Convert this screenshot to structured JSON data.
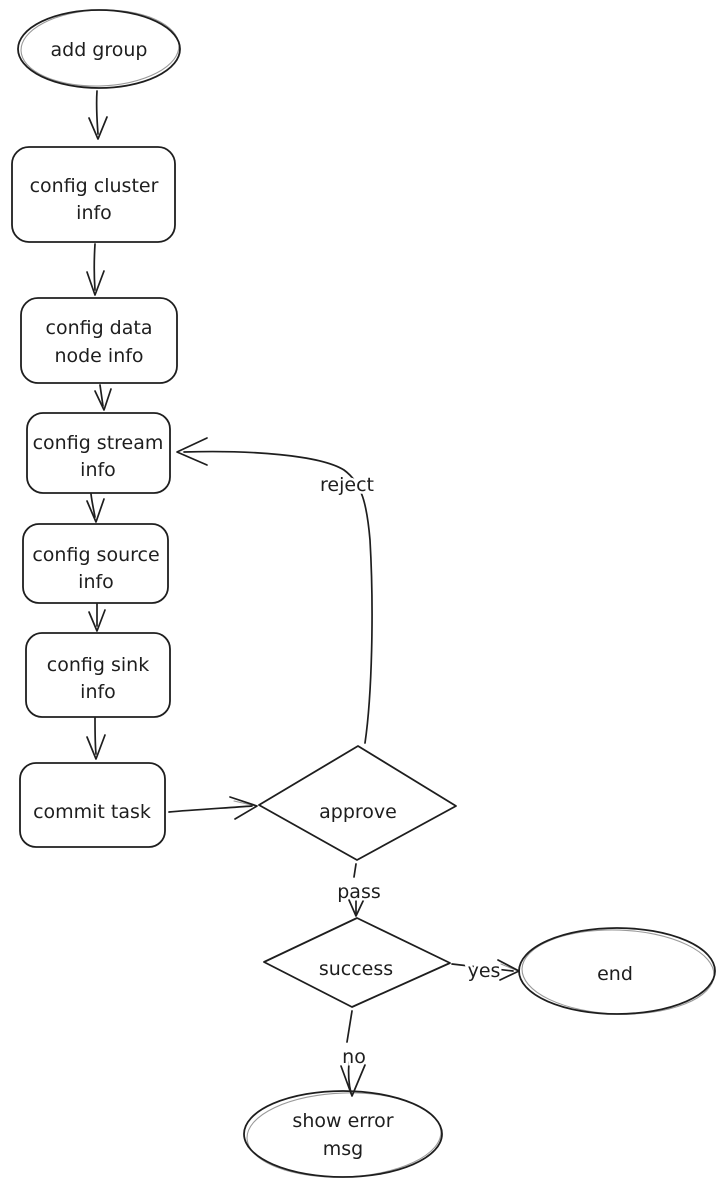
{
  "diagram": {
    "type": "flowchart",
    "style": "hand-drawn",
    "colors": {
      "background": "#ffffff",
      "stroke": "#1e1e1e",
      "text": "#1e1e1e"
    },
    "nodes": {
      "add_group": {
        "shape": "ellipse",
        "lines": [
          "add group"
        ]
      },
      "config_cluster_info": {
        "shape": "rounded-rectangle",
        "lines": [
          "config cluster",
          "info"
        ]
      },
      "config_data_node_info": {
        "shape": "rounded-rectangle",
        "lines": [
          "config data",
          "node info"
        ]
      },
      "config_stream_info": {
        "shape": "rounded-rectangle",
        "lines": [
          "config stream",
          "info"
        ]
      },
      "config_source_info": {
        "shape": "rounded-rectangle",
        "lines": [
          "config source",
          "info"
        ]
      },
      "config_sink_info": {
        "shape": "rounded-rectangle",
        "lines": [
          "config sink",
          "info"
        ]
      },
      "commit_task": {
        "shape": "rounded-rectangle",
        "lines": [
          "commit task"
        ]
      },
      "approve": {
        "shape": "diamond",
        "lines": [
          "approve"
        ]
      },
      "success": {
        "shape": "diamond",
        "lines": [
          "success"
        ]
      },
      "end": {
        "shape": "ellipse",
        "lines": [
          "end"
        ]
      },
      "show_error_msg": {
        "shape": "ellipse",
        "lines": [
          "show error",
          "msg"
        ]
      }
    },
    "edges": [
      {
        "from": "add_group",
        "to": "config_cluster_info",
        "label": ""
      },
      {
        "from": "config_cluster_info",
        "to": "config_data_node_info",
        "label": ""
      },
      {
        "from": "config_data_node_info",
        "to": "config_stream_info",
        "label": ""
      },
      {
        "from": "config_stream_info",
        "to": "config_source_info",
        "label": ""
      },
      {
        "from": "config_source_info",
        "to": "config_sink_info",
        "label": ""
      },
      {
        "from": "config_sink_info",
        "to": "commit_task",
        "label": ""
      },
      {
        "from": "commit_task",
        "to": "approve",
        "label": ""
      },
      {
        "from": "approve",
        "to": "config_stream_info",
        "label": "reject"
      },
      {
        "from": "approve",
        "to": "success",
        "label": "pass"
      },
      {
        "from": "success",
        "to": "end",
        "label": "yes"
      },
      {
        "from": "success",
        "to": "show_error_msg",
        "label": "no"
      }
    ]
  }
}
